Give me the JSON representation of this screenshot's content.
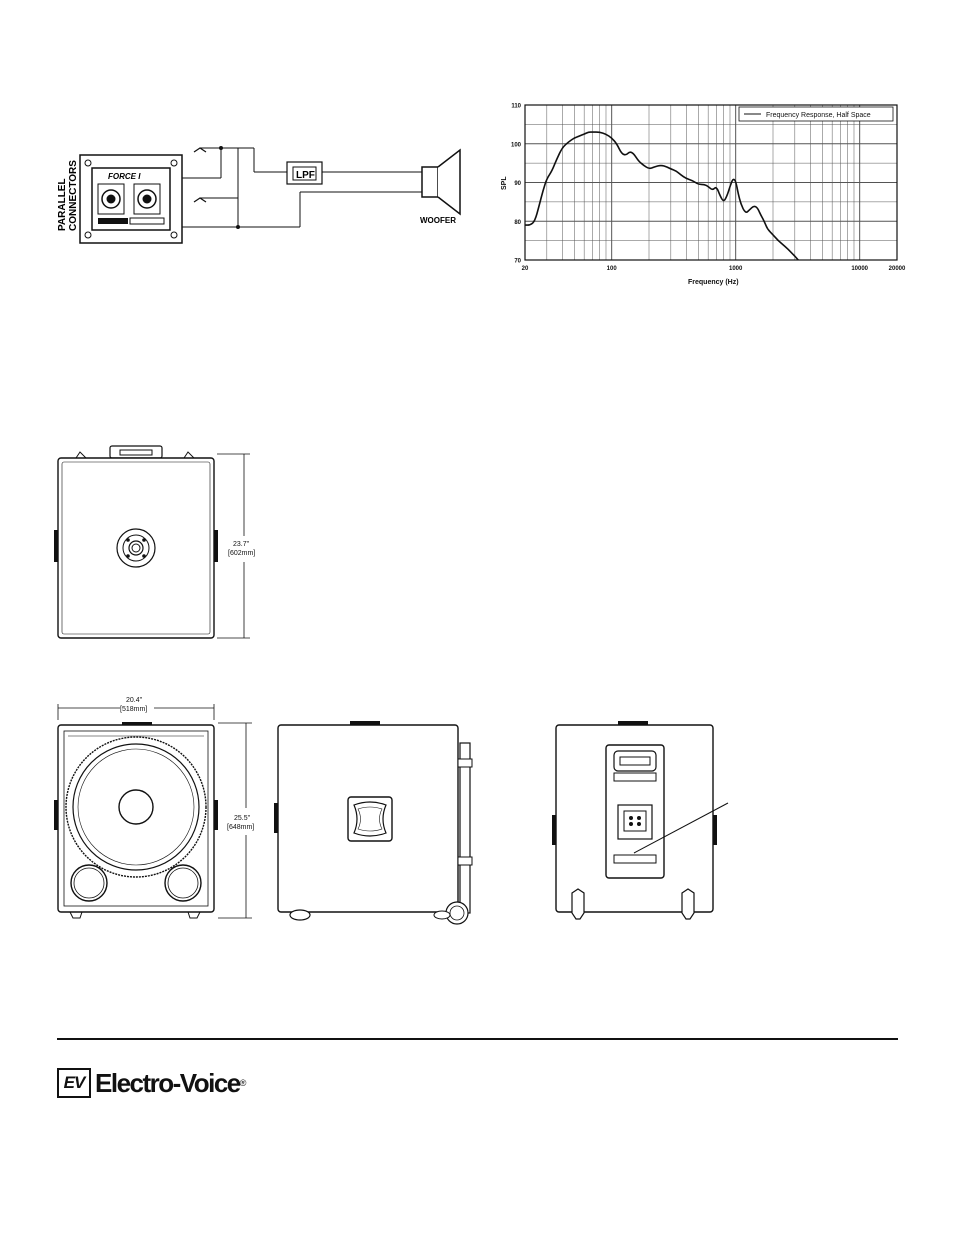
{
  "wiring": {
    "parallel_label_1": "PARALLEL",
    "parallel_label_2": "CONNECTORS",
    "panel_brand": "FORCE I",
    "lpf_label": "LPF",
    "woofer_label": "WOOFER"
  },
  "chart_data": {
    "type": "line",
    "title": "",
    "xlabel": "Frequency (Hz)",
    "ylabel": "SPL",
    "xscale": "log",
    "xlim": [
      20,
      20000
    ],
    "ylim": [
      70,
      110
    ],
    "xticks": [
      20,
      100,
      1000,
      10000,
      20000
    ],
    "xtick_labels": [
      "20",
      "100",
      "1000",
      "10000",
      "20000"
    ],
    "yticks": [
      70,
      80,
      90,
      100,
      110
    ],
    "ytick_labels": [
      "70",
      "80",
      "90",
      "100",
      "110"
    ],
    "grid": true,
    "legend_position": "top-right",
    "series": [
      {
        "name": "Frequency Response, Half Space",
        "x": [
          20,
          22,
          24,
          26,
          28,
          30,
          33,
          36,
          40,
          45,
          50,
          55,
          60,
          65,
          70,
          80,
          90,
          100,
          110,
          120,
          130,
          140,
          150,
          165,
          180,
          200,
          220,
          250,
          280,
          300,
          330,
          360,
          400,
          450,
          500,
          560,
          600,
          650,
          700,
          750,
          800,
          850,
          900,
          950,
          1000,
          1050,
          1100,
          1200,
          1300,
          1400,
          1500,
          1600,
          1700,
          1800,
          2000,
          2200,
          2500,
          2800,
          3200
        ],
        "y": [
          79,
          79,
          80,
          84,
          88,
          91,
          93,
          96,
          99,
          100.5,
          101.5,
          102,
          102.5,
          103,
          103,
          103,
          102.5,
          101.5,
          100,
          97.5,
          97,
          98,
          97.5,
          95.5,
          94.5,
          93.5,
          94,
          94.5,
          94,
          93.5,
          93,
          92,
          91,
          90.5,
          89.5,
          89.5,
          89,
          88,
          89,
          86.5,
          85,
          86.5,
          89,
          91,
          90.5,
          87,
          84.5,
          82,
          83,
          84,
          83.5,
          81.5,
          80,
          78,
          76.5,
          75,
          73.5,
          72,
          70
        ]
      }
    ]
  },
  "drawings": {
    "top_view_dim_in": "23.7\"",
    "top_view_dim_mm": "[602mm]",
    "front_width_in": "20.4\"",
    "front_width_mm": "[518mm]",
    "front_height_in": "25.5\"",
    "front_height_mm": "[648mm]"
  },
  "footer": {
    "logo_mark": "EV",
    "logo_word": "Electro-Voice",
    "logo_reg": "®"
  }
}
